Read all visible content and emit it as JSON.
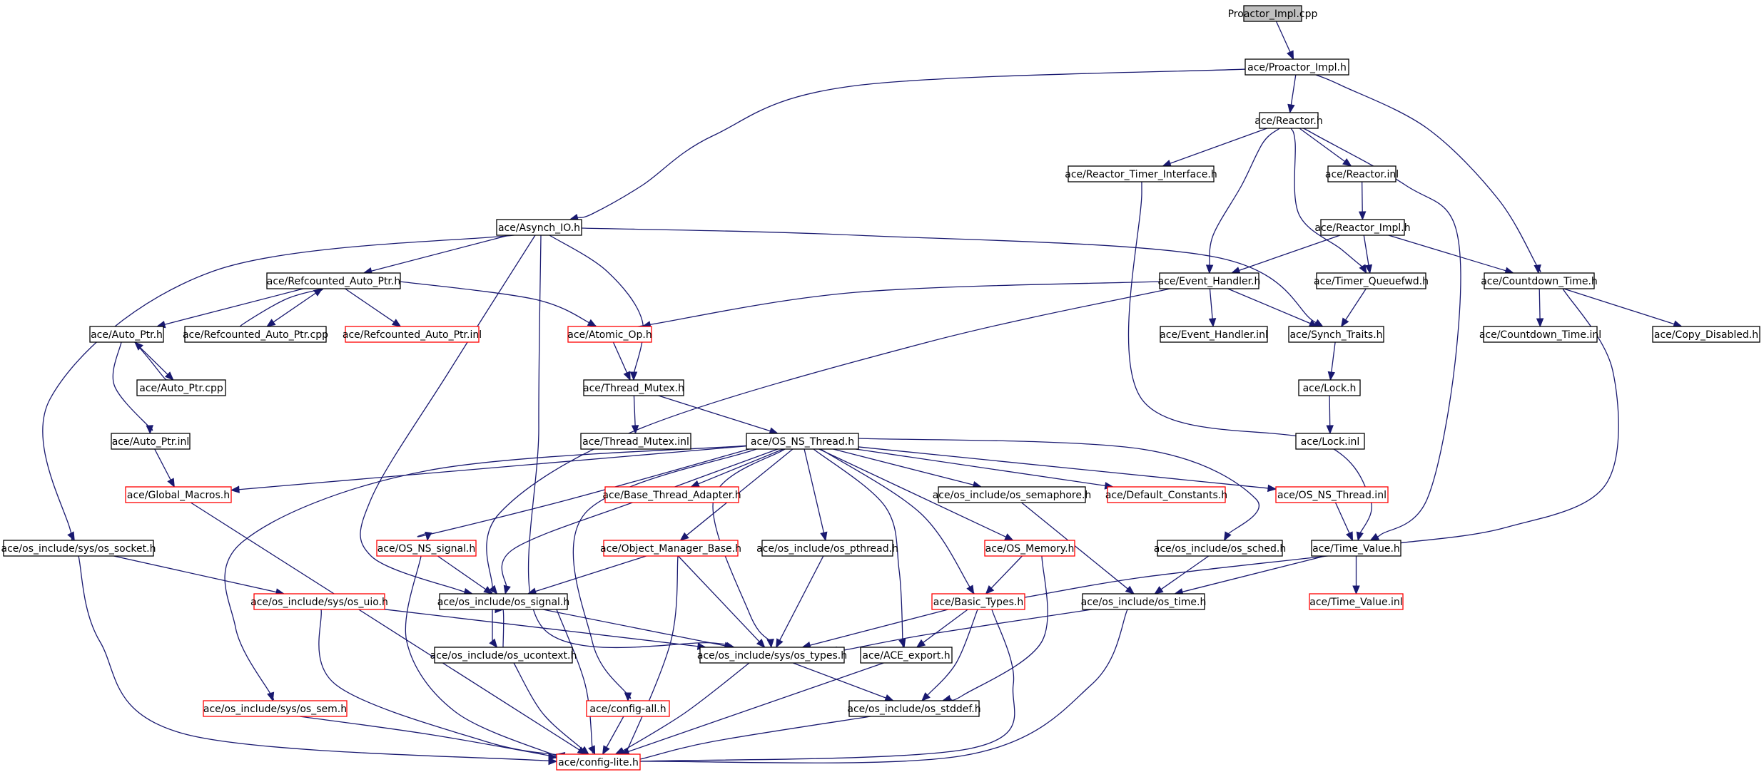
{
  "graph": {
    "colors": {
      "edge": "#191970",
      "normal_border": "#000000",
      "missing_border": "#ff0000",
      "root_fill": "#bfbfbf",
      "fill": "#ffffff"
    },
    "nodes": [
      {
        "id": "root",
        "label": "Proactor_Impl.cpp",
        "kind": "root"
      },
      {
        "id": "proactor_impl_h",
        "label": "ace/Proactor_Impl.h",
        "kind": "normal"
      },
      {
        "id": "reactor_h",
        "label": "ace/Reactor.h",
        "kind": "normal"
      },
      {
        "id": "reactor_timer_interface",
        "label": "ace/Reactor_Timer_Interface.h",
        "kind": "normal"
      },
      {
        "id": "reactor_inl",
        "label": "ace/Reactor.inl",
        "kind": "normal"
      },
      {
        "id": "asynch_io",
        "label": "ace/Asynch_IO.h",
        "kind": "normal"
      },
      {
        "id": "reactor_impl",
        "label": "ace/Reactor_Impl.h",
        "kind": "normal"
      },
      {
        "id": "refcounted_auto_ptr_h",
        "label": "ace/Refcounted_Auto_Ptr.h",
        "kind": "normal"
      },
      {
        "id": "event_handler_h",
        "label": "ace/Event_Handler.h",
        "kind": "normal"
      },
      {
        "id": "timer_queuefwd",
        "label": "ace/Timer_Queuefwd.h",
        "kind": "normal"
      },
      {
        "id": "countdown_time_h",
        "label": "ace/Countdown_Time.h",
        "kind": "normal"
      },
      {
        "id": "auto_ptr_h",
        "label": "ace/Auto_Ptr.h",
        "kind": "normal"
      },
      {
        "id": "refcounted_auto_ptr_cpp",
        "label": "ace/Refcounted_Auto_Ptr.cpp",
        "kind": "normal"
      },
      {
        "id": "refcounted_auto_ptr_inl",
        "label": "ace/Refcounted_Auto_Ptr.inl",
        "kind": "missing"
      },
      {
        "id": "atomic_op",
        "label": "ace/Atomic_Op.h",
        "kind": "missing"
      },
      {
        "id": "event_handler_inl",
        "label": "ace/Event_Handler.inl",
        "kind": "normal"
      },
      {
        "id": "synch_traits",
        "label": "ace/Synch_Traits.h",
        "kind": "normal"
      },
      {
        "id": "countdown_time_inl",
        "label": "ace/Countdown_Time.inl",
        "kind": "normal"
      },
      {
        "id": "copy_disabled",
        "label": "ace/Copy_Disabled.h",
        "kind": "normal"
      },
      {
        "id": "auto_ptr_cpp",
        "label": "ace/Auto_Ptr.cpp",
        "kind": "normal"
      },
      {
        "id": "thread_mutex_h",
        "label": "ace/Thread_Mutex.h",
        "kind": "normal"
      },
      {
        "id": "lock_h",
        "label": "ace/Lock.h",
        "kind": "normal"
      },
      {
        "id": "auto_ptr_inl",
        "label": "ace/Auto_Ptr.inl",
        "kind": "normal"
      },
      {
        "id": "thread_mutex_inl",
        "label": "ace/Thread_Mutex.inl",
        "kind": "normal"
      },
      {
        "id": "os_ns_thread_h",
        "label": "ace/OS_NS_Thread.h",
        "kind": "normal"
      },
      {
        "id": "lock_inl",
        "label": "ace/Lock.inl",
        "kind": "normal"
      },
      {
        "id": "global_macros",
        "label": "ace/Global_Macros.h",
        "kind": "missing"
      },
      {
        "id": "base_thread_adapter",
        "label": "ace/Base_Thread_Adapter.h",
        "kind": "missing"
      },
      {
        "id": "os_semaphore",
        "label": "ace/os_include/os_semaphore.h",
        "kind": "normal"
      },
      {
        "id": "default_constants",
        "label": "ace/Default_Constants.h",
        "kind": "missing"
      },
      {
        "id": "os_ns_thread_inl",
        "label": "ace/OS_NS_Thread.inl",
        "kind": "missing"
      },
      {
        "id": "os_socket",
        "label": "ace/os_include/sys/os_socket.h",
        "kind": "normal"
      },
      {
        "id": "os_ns_signal",
        "label": "ace/OS_NS_signal.h",
        "kind": "missing"
      },
      {
        "id": "object_manager_base",
        "label": "ace/Object_Manager_Base.h",
        "kind": "missing"
      },
      {
        "id": "os_pthread",
        "label": "ace/os_include/os_pthread.h",
        "kind": "normal"
      },
      {
        "id": "os_memory",
        "label": "ace/OS_Memory.h",
        "kind": "missing"
      },
      {
        "id": "os_sched",
        "label": "ace/os_include/os_sched.h",
        "kind": "normal"
      },
      {
        "id": "time_value_h",
        "label": "ace/Time_Value.h",
        "kind": "normal"
      },
      {
        "id": "os_uio",
        "label": "ace/os_include/sys/os_uio.h",
        "kind": "missing"
      },
      {
        "id": "os_signal",
        "label": "ace/os_include/os_signal.h",
        "kind": "normal"
      },
      {
        "id": "basic_types",
        "label": "ace/Basic_Types.h",
        "kind": "missing"
      },
      {
        "id": "os_time",
        "label": "ace/os_include/os_time.h",
        "kind": "normal"
      },
      {
        "id": "time_value_inl",
        "label": "ace/Time_Value.inl",
        "kind": "missing"
      },
      {
        "id": "os_ucontext",
        "label": "ace/os_include/os_ucontext.h",
        "kind": "normal"
      },
      {
        "id": "os_types",
        "label": "ace/os_include/sys/os_types.h",
        "kind": "normal"
      },
      {
        "id": "ace_export",
        "label": "ace/ACE_export.h",
        "kind": "normal"
      },
      {
        "id": "os_sem",
        "label": "ace/os_include/sys/os_sem.h",
        "kind": "missing"
      },
      {
        "id": "config_all",
        "label": "ace/config-all.h",
        "kind": "missing"
      },
      {
        "id": "os_stddef",
        "label": "ace/os_include/os_stddef.h",
        "kind": "normal"
      },
      {
        "id": "config_lite",
        "label": "ace/config-lite.h",
        "kind": "missing"
      }
    ],
    "edges": [
      [
        "root",
        "proactor_impl_h"
      ],
      [
        "proactor_impl_h",
        "reactor_h"
      ],
      [
        "proactor_impl_h",
        "asynch_io"
      ],
      [
        "proactor_impl_h",
        "countdown_time_h"
      ],
      [
        "reactor_h",
        "reactor_timer_interface"
      ],
      [
        "reactor_h",
        "reactor_inl"
      ],
      [
        "reactor_h",
        "event_handler_h"
      ],
      [
        "reactor_h",
        "timer_queuefwd"
      ],
      [
        "reactor_h",
        "time_value_h"
      ],
      [
        "reactor_timer_interface",
        "time_value_h"
      ],
      [
        "reactor_inl",
        "reactor_impl"
      ],
      [
        "reactor_impl",
        "event_handler_h"
      ],
      [
        "reactor_impl",
        "timer_queuefwd"
      ],
      [
        "reactor_impl",
        "countdown_time_h"
      ],
      [
        "asynch_io",
        "refcounted_auto_ptr_h"
      ],
      [
        "asynch_io",
        "os_socket"
      ],
      [
        "asynch_io",
        "os_signal"
      ],
      [
        "asynch_io",
        "os_types"
      ],
      [
        "asynch_io",
        "thread_mutex_h"
      ],
      [
        "asynch_io",
        "synch_traits"
      ],
      [
        "refcounted_auto_ptr_h",
        "auto_ptr_h"
      ],
      [
        "refcounted_auto_ptr_h",
        "refcounted_auto_ptr_cpp"
      ],
      [
        "refcounted_auto_ptr_h",
        "refcounted_auto_ptr_inl"
      ],
      [
        "refcounted_auto_ptr_h",
        "atomic_op"
      ],
      [
        "refcounted_auto_ptr_cpp",
        "refcounted_auto_ptr_h"
      ],
      [
        "event_handler_h",
        "atomic_op"
      ],
      [
        "event_handler_h",
        "event_handler_inl"
      ],
      [
        "event_handler_h",
        "synch_traits"
      ],
      [
        "event_handler_h",
        "os_signal"
      ],
      [
        "timer_queuefwd",
        "synch_traits"
      ],
      [
        "countdown_time_h",
        "countdown_time_inl"
      ],
      [
        "countdown_time_h",
        "copy_disabled"
      ],
      [
        "countdown_time_h",
        "time_value_h"
      ],
      [
        "auto_ptr_h",
        "auto_ptr_cpp"
      ],
      [
        "auto_ptr_h",
        "auto_ptr_inl"
      ],
      [
        "auto_ptr_cpp",
        "auto_ptr_h"
      ],
      [
        "atomic_op",
        "thread_mutex_h"
      ],
      [
        "synch_traits",
        "lock_h"
      ],
      [
        "lock_h",
        "lock_inl"
      ],
      [
        "thread_mutex_h",
        "thread_mutex_inl"
      ],
      [
        "thread_mutex_h",
        "os_ns_thread_h"
      ],
      [
        "auto_ptr_inl",
        "global_macros"
      ],
      [
        "os_ns_thread_h",
        "global_macros"
      ],
      [
        "os_ns_thread_h",
        "base_thread_adapter"
      ],
      [
        "os_ns_thread_h",
        "os_semaphore"
      ],
      [
        "os_ns_thread_h",
        "default_constants"
      ],
      [
        "os_ns_thread_h",
        "os_ns_thread_inl"
      ],
      [
        "os_ns_thread_h",
        "os_ns_signal"
      ],
      [
        "os_ns_thread_h",
        "object_manager_base"
      ],
      [
        "os_ns_thread_h",
        "os_pthread"
      ],
      [
        "os_ns_thread_h",
        "os_memory"
      ],
      [
        "os_ns_thread_h",
        "os_sched"
      ],
      [
        "os_ns_thread_h",
        "basic_types"
      ],
      [
        "os_ns_thread_h",
        "ace_export"
      ],
      [
        "os_ns_thread_h",
        "config_all"
      ],
      [
        "os_ns_thread_h",
        "os_sem"
      ],
      [
        "os_ns_thread_h",
        "os_signal"
      ],
      [
        "os_ns_thread_h",
        "os_types"
      ],
      [
        "global_macros",
        "config_lite"
      ],
      [
        "os_semaphore",
        "os_time"
      ],
      [
        "os_ns_thread_inl",
        "time_value_h"
      ],
      [
        "os_socket",
        "os_uio"
      ],
      [
        "os_socket",
        "config_lite"
      ],
      [
        "os_ns_signal",
        "os_signal"
      ],
      [
        "os_ns_signal",
        "config_lite"
      ],
      [
        "object_manager_base",
        "os_signal"
      ],
      [
        "object_manager_base",
        "os_types"
      ],
      [
        "object_manager_base",
        "config_lite"
      ],
      [
        "os_pthread",
        "os_types"
      ],
      [
        "os_memory",
        "basic_types"
      ],
      [
        "os_memory",
        "os_stddef"
      ],
      [
        "os_sched",
        "os_time"
      ],
      [
        "time_value_h",
        "basic_types"
      ],
      [
        "time_value_h",
        "os_time"
      ],
      [
        "time_value_h",
        "time_value_inl"
      ],
      [
        "os_uio",
        "os_types"
      ],
      [
        "os_uio",
        "config_lite"
      ],
      [
        "os_signal",
        "os_ucontext"
      ],
      [
        "os_signal",
        "os_types"
      ],
      [
        "os_signal",
        "config_lite"
      ],
      [
        "os_ucontext",
        "os_signal"
      ],
      [
        "os_ucontext",
        "config_lite"
      ],
      [
        "basic_types",
        "os_types"
      ],
      [
        "basic_types",
        "ace_export"
      ],
      [
        "basic_types",
        "os_stddef"
      ],
      [
        "basic_types",
        "config_lite"
      ],
      [
        "os_time",
        "os_types"
      ],
      [
        "os_time",
        "config_lite"
      ],
      [
        "os_types",
        "os_stddef"
      ],
      [
        "os_types",
        "config_lite"
      ],
      [
        "ace_export",
        "config_lite"
      ],
      [
        "os_sem",
        "config_lite"
      ],
      [
        "config_all",
        "config_lite"
      ],
      [
        "os_stddef",
        "config_lite"
      ]
    ]
  }
}
